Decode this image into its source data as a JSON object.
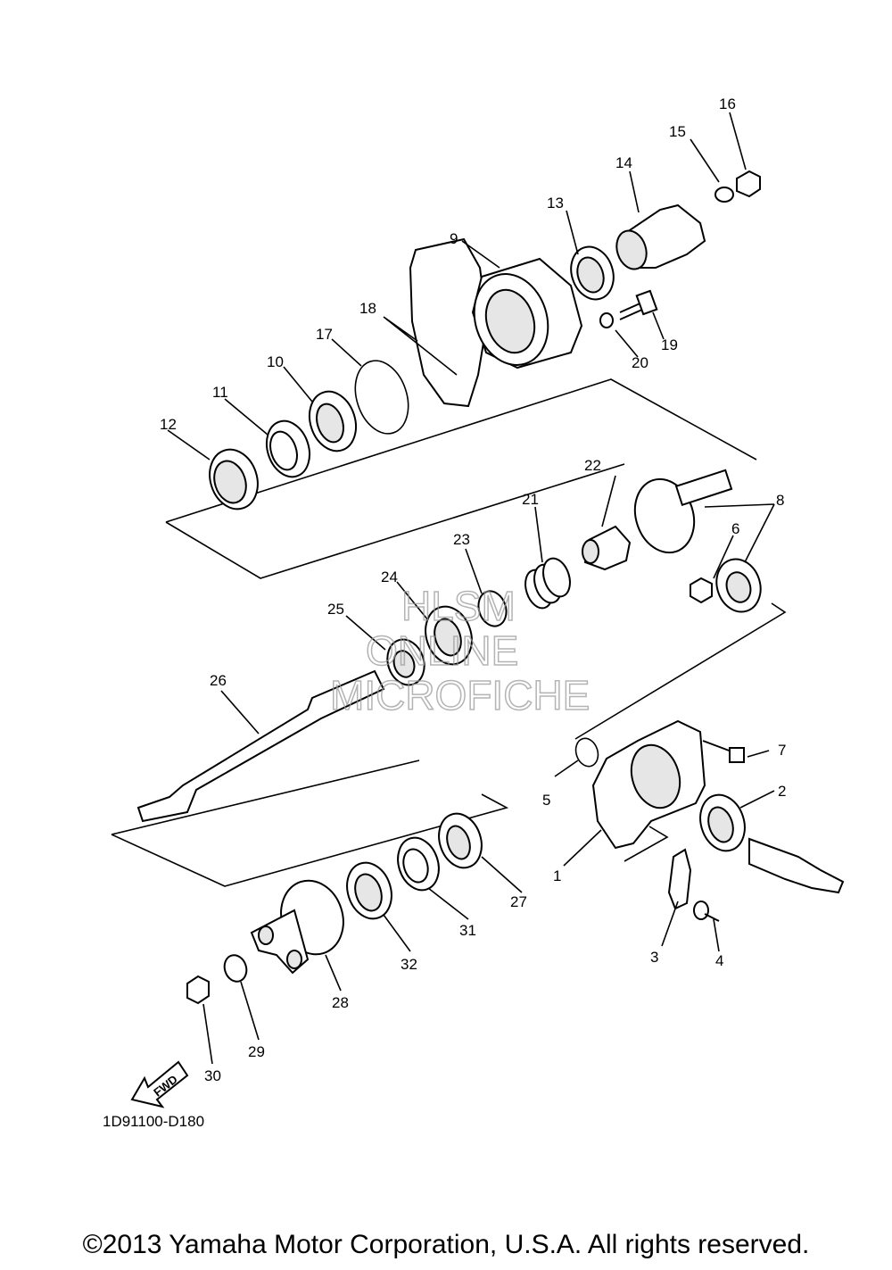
{
  "diagram": {
    "code": "1D91100-D180",
    "fwd_label": "FWD",
    "watermark": [
      "HLSM",
      "ONLINE",
      "MICROFICHE"
    ],
    "copyright": "©2013 Yamaha Motor Corporation, U.S.A. All rights reserved.",
    "callouts": [
      "1",
      "2",
      "3",
      "4",
      "5",
      "6",
      "7",
      "8",
      "9",
      "10",
      "11",
      "12",
      "13",
      "14",
      "15",
      "16",
      "17",
      "18",
      "19",
      "20",
      "21",
      "22",
      "23",
      "24",
      "25",
      "26",
      "27",
      "28",
      "29",
      "30",
      "31",
      "32"
    ]
  },
  "colors": {
    "line": "#000000",
    "watermark": "#9a9a9a",
    "background": "#ffffff"
  }
}
